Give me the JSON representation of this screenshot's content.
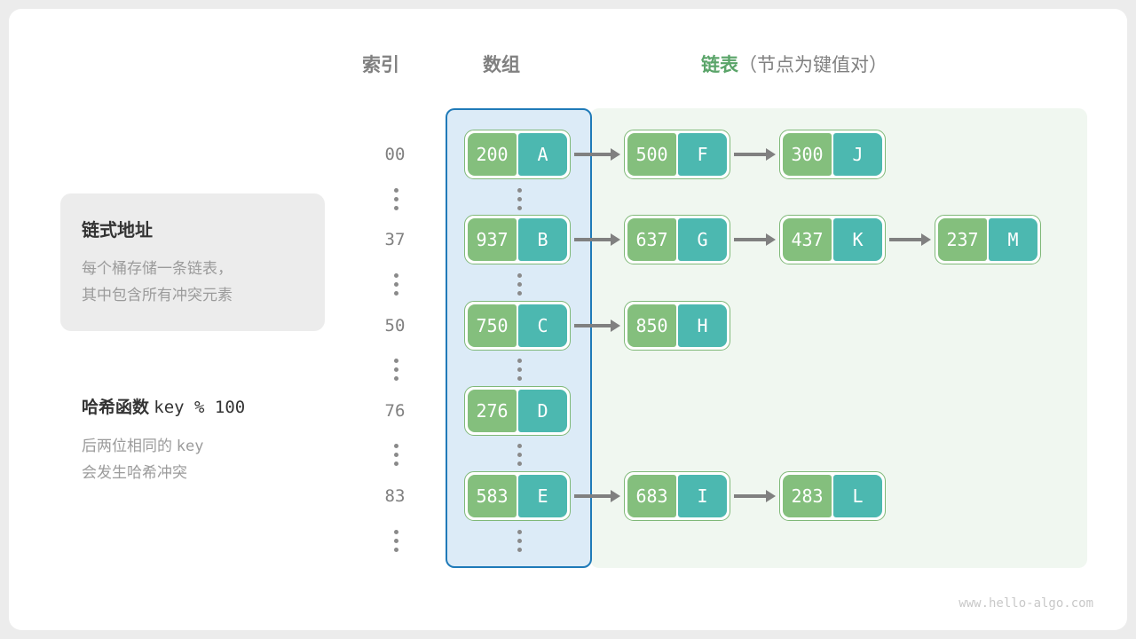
{
  "headers": {
    "index": "索引",
    "array": "数组",
    "list_strong": "链表",
    "list_paren": "（节点为键值对）"
  },
  "info_card": {
    "title": "链式地址",
    "line1": "每个桶存储一条链表，",
    "line2": "其中包含所有冲突元素"
  },
  "hash": {
    "label": "哈希函数",
    "formula": "key % 100",
    "note_line1_pre": "后两位相同的 ",
    "note_line1_code": "key",
    "note_line2": "会发生哈希冲突"
  },
  "buckets": [
    {
      "index": "00",
      "nodes": [
        {
          "key": "200",
          "value": "A"
        },
        {
          "key": "500",
          "value": "F"
        },
        {
          "key": "300",
          "value": "J"
        }
      ]
    },
    {
      "index": "37",
      "nodes": [
        {
          "key": "937",
          "value": "B"
        },
        {
          "key": "637",
          "value": "G"
        },
        {
          "key": "437",
          "value": "K"
        },
        {
          "key": "237",
          "value": "M"
        }
      ]
    },
    {
      "index": "50",
      "nodes": [
        {
          "key": "750",
          "value": "C"
        },
        {
          "key": "850",
          "value": "H"
        }
      ]
    },
    {
      "index": "76",
      "nodes": [
        {
          "key": "276",
          "value": "D"
        }
      ]
    },
    {
      "index": "83",
      "nodes": [
        {
          "key": "583",
          "value": "E"
        },
        {
          "key": "683",
          "value": "I"
        },
        {
          "key": "283",
          "value": "L"
        }
      ]
    }
  ],
  "ellipsis_rows": 5,
  "watermark": "www.hello-algo.com",
  "colors": {
    "key_cell": "#84bf7d",
    "value_cell": "#4cb8b0",
    "node_border": "#7fb878",
    "array_region_bg": "#dcebf7",
    "array_region_border": "#1f7ab8",
    "list_region_bg": "#f0f7f0",
    "accent_green": "#5aa469",
    "arrow": "#808080",
    "muted_text": "#9b9b9b"
  }
}
